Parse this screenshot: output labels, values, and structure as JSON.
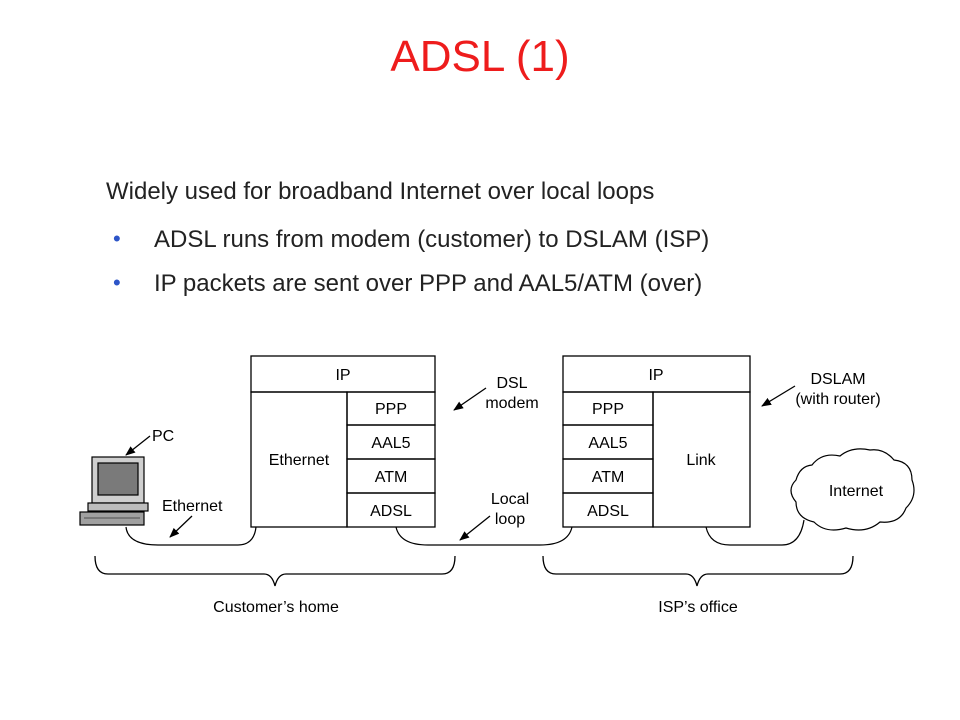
{
  "title": "ADSL (1)",
  "intro": "Widely used for broadband Internet over local loops",
  "bullets": [
    "ADSL runs from modem (customer) to DSLAM (ISP)",
    "IP packets are sent over PPP and AAL5/ATM (over)"
  ],
  "diagram": {
    "modem_stack": {
      "top": "IP",
      "left": "Ethernet",
      "right": [
        "PPP",
        "AAL5",
        "ATM",
        "ADSL"
      ]
    },
    "dslam_stack": {
      "top": "IP",
      "left": [
        "PPP",
        "AAL5",
        "ATM",
        "ADSL"
      ],
      "right": "Link"
    },
    "labels": {
      "pc": "PC",
      "ethernet": "Ethernet",
      "dsl_modem": [
        "DSL",
        "modem"
      ],
      "local_loop": [
        "Local",
        "loop"
      ],
      "dslam": [
        "DSLAM",
        "(with router)"
      ],
      "internet": "Internet",
      "customers_home": "Customer’s home",
      "isps_office": "ISP’s office"
    }
  }
}
